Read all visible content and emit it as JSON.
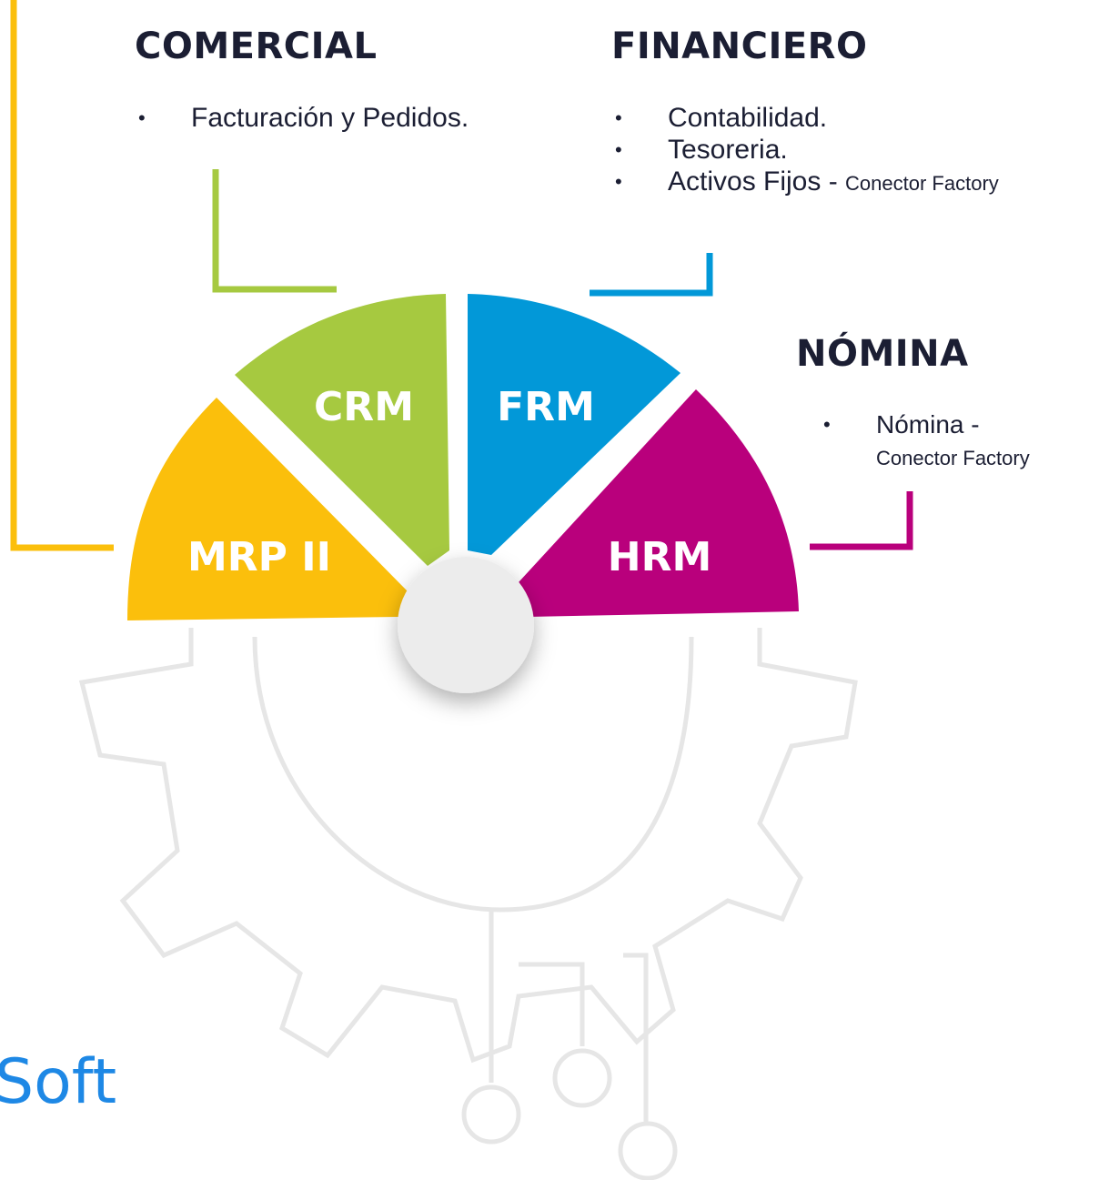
{
  "segments": [
    {
      "key": "mrp",
      "label": "MRP II",
      "color": "#fbbf0c"
    },
    {
      "key": "crm",
      "label": "CRM",
      "color": "#a6c940"
    },
    {
      "key": "frm",
      "label": "FRM",
      "color": "#0298d8"
    },
    {
      "key": "hrm",
      "label": "HRM",
      "color": "#b9007c"
    }
  ],
  "comercial": {
    "title": "COMERCIAL",
    "items": [
      "Facturación y Pedidos."
    ]
  },
  "financiero": {
    "title": "FINANCIERO",
    "items": [
      "Contabilidad.",
      "Tesoreria.",
      "Activos Fijos -"
    ],
    "connector": "Conector Factory"
  },
  "nomina": {
    "title": "NÓMINA",
    "item": "Nómina -",
    "connector": "Conector Factory"
  },
  "brand": {
    "text": "Soft"
  },
  "colors": {
    "gear": "#e6e6e6",
    "hub": "#ececec",
    "text": "#1b1e33",
    "brand": "#1e88e5"
  }
}
